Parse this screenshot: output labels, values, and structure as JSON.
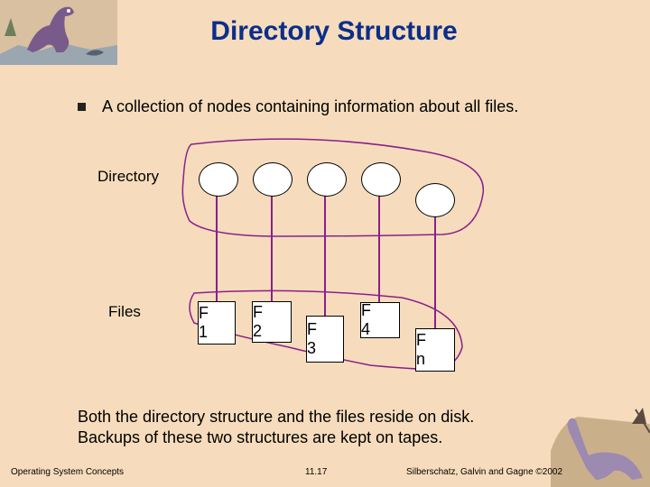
{
  "slide": {
    "title": "Directory Structure",
    "bullet": "A collection of nodes containing information about all files.",
    "directory_label": "Directory",
    "files_label": "Files",
    "files": [
      "F 1",
      "F 2",
      "F 3",
      "F 4",
      "F n"
    ],
    "bottom_lines": [
      "Both the directory structure and the files reside on disk.",
      "Backups of these two structures are kept on tapes."
    ]
  },
  "footer": {
    "left": "Operating System Concepts",
    "center": "11.17",
    "right": "Silberschatz, Galvin and Gagne ©2002"
  },
  "colors": {
    "background": "#f6dcbc",
    "title": "#0b2e8a",
    "connector": "#8b1f8b"
  }
}
